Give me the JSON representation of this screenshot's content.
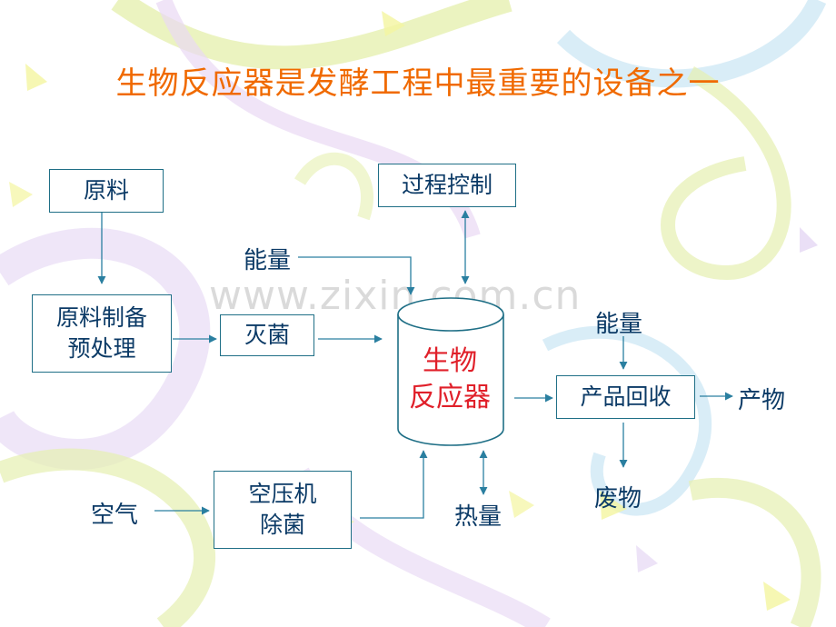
{
  "title": "生物反应器是发酵工程中最重要的设备之一",
  "watermark": "www.zixin.com.cn",
  "nodes": {
    "raw_material": "原料",
    "raw_prep": "原料制备\n预处理",
    "sterilize": "灭菌",
    "compressor": "空压机\n除菌",
    "process_control": "过程控制",
    "reactor": "生物\n反应器",
    "product_recovery": "产品回收"
  },
  "labels": {
    "energy_in": "能量",
    "energy_recovery": "能量",
    "air": "空气",
    "heat": "热量",
    "product": "产物",
    "waste": "废物"
  },
  "colors": {
    "title": "#f06a00",
    "reactor_text": "#e0202a",
    "text": "#0b3a66",
    "border": "#1f6f86",
    "arrow": "#2a7fa0"
  }
}
